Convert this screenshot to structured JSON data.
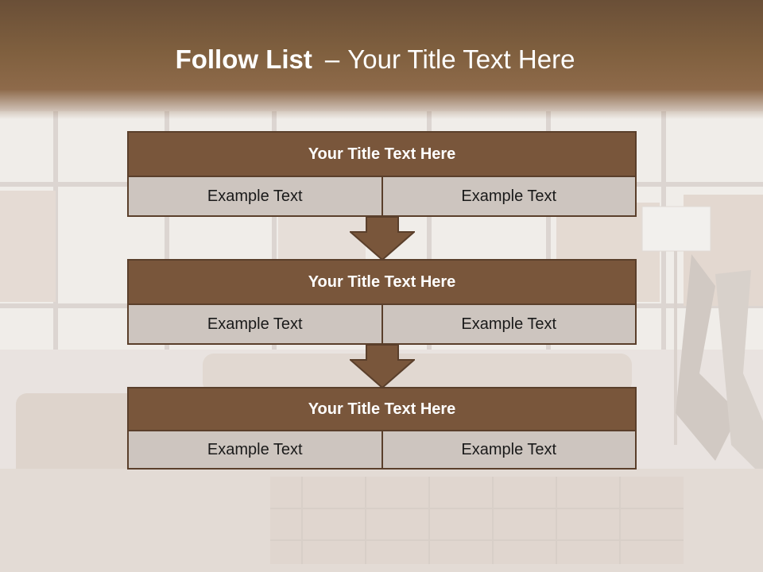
{
  "title": {
    "bold": "Follow List",
    "dash": "–",
    "rest": "Your Title Text Here"
  },
  "steps": [
    {
      "title": "Your Title Text Here",
      "left": "Example Text",
      "right": "Example Text"
    },
    {
      "title": "Your Title Text Here",
      "left": "Example Text",
      "right": "Example Text"
    },
    {
      "title": "Your Title Text Here",
      "left": "Example Text",
      "right": "Example Text"
    }
  ],
  "colors": {
    "header_fill": "#79563b",
    "border": "#5a3f2b",
    "cell_fill": "#cdc5bf",
    "title_band": "#7a5a3e"
  }
}
